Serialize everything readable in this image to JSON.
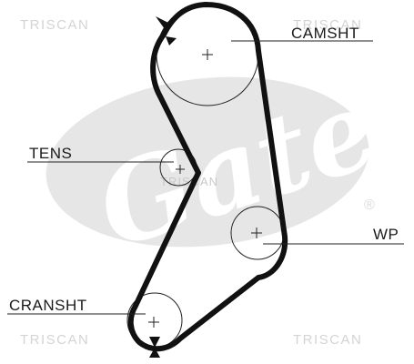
{
  "labels": {
    "camshaft": "CAMSHT",
    "tensioner": "TENS",
    "water_pump": "WP",
    "crankshaft": "CRANSHT"
  },
  "watermark": {
    "brand": "TRISCAN",
    "logo": "Gates",
    "registered_mark": "®"
  },
  "colors": {
    "belt": "#111111",
    "logo_blob": "#e6e6e6",
    "label_line": "#222222"
  }
}
